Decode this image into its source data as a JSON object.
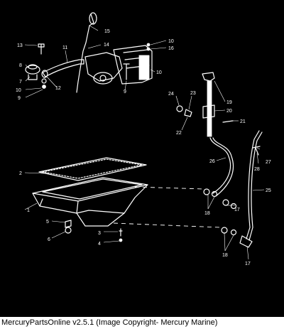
{
  "diagram": {
    "callouts": {
      "c1": "1",
      "c2": "2",
      "c3": "3",
      "c4": "4",
      "c5": "5",
      "c6": "6",
      "c7": "7",
      "c8": "8",
      "c9a": "9",
      "c9b": "9",
      "c10a": "10",
      "c10b": "10",
      "c10c": "10",
      "c11": "11",
      "c12": "12",
      "c13": "13",
      "c14": "14",
      "c15": "15",
      "c16": "16",
      "c17a": "17",
      "c17b": "17",
      "c18a": "18",
      "c18b": "18",
      "c19": "19",
      "c20": "20",
      "c21": "21",
      "c22": "22",
      "c23": "23",
      "c24": "24",
      "c25": "25",
      "c26": "26",
      "c27": "27",
      "c28": "28"
    }
  },
  "footer": {
    "text": "MercuryPartsOnline v2.5.1 (Image Copyright- Mercury Marine)"
  }
}
